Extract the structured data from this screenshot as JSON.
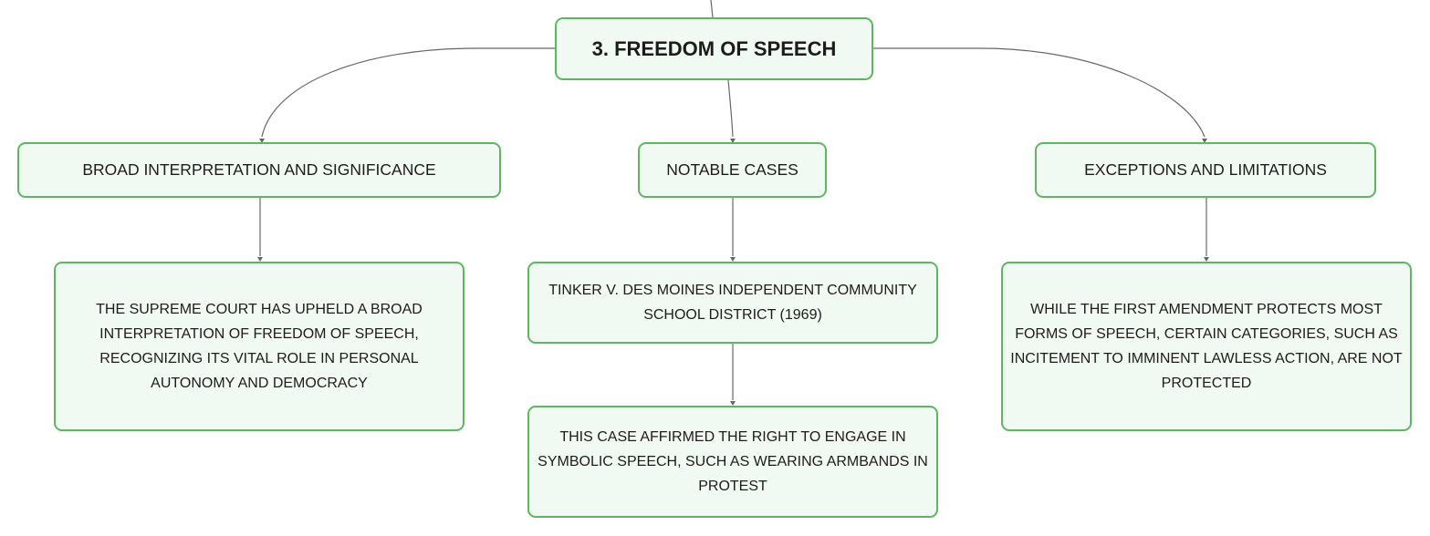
{
  "root": {
    "title": "3. FREEDOM OF SPEECH"
  },
  "topics": [
    {
      "title": "BROAD INTERPRETATION AND SIGNIFICANCE",
      "details": [
        "THE SUPREME COURT HAS UPHELD A BROAD INTERPRETATION OF FREEDOM OF SPEECH, RECOGNIZING ITS VITAL ROLE IN PERSONAL AUTONOMY AND DEMOCRACY"
      ]
    },
    {
      "title": "NOTABLE CASES",
      "details": [
        "TINKER V. DES MOINES INDEPENDENT COMMUNITY SCHOOL DISTRICT (1969)",
        "THIS CASE AFFIRMED THE RIGHT TO ENGAGE IN SYMBOLIC SPEECH, SUCH AS WEARING ARMBANDS IN PROTEST"
      ]
    },
    {
      "title": "EXCEPTIONS AND LIMITATIONS",
      "details": [
        "WHILE THE FIRST AMENDMENT PROTECTS MOST FORMS OF SPEECH, CERTAIN CATEGORIES, SUCH AS INCITEMENT TO IMMINENT LAWLESS ACTION, ARE NOT PROTECTED"
      ]
    }
  ],
  "colors": {
    "node_border": "#5cb85f",
    "node_fill": "#f1faf2",
    "connector": "#666666",
    "text": "#1c1c1c"
  }
}
